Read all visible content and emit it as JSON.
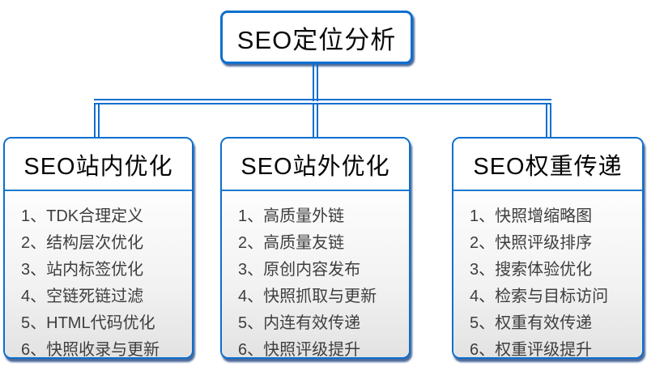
{
  "root": {
    "title": "SEO定位分析"
  },
  "columns": [
    {
      "title": "SEO站内优化",
      "items": [
        "1、TDK合理定义",
        "2、结构层次优化",
        "3、站内标签优化",
        "4、空链死链过滤",
        "5、HTML代码优化",
        "6、快照收录与更新"
      ]
    },
    {
      "title": "SEO站外优化",
      "items": [
        "1、高质量外链",
        "2、高质量友链",
        "3、原创内容发布",
        "4、快照抓取与更新",
        "5、内连有效传递",
        "6、快照评级提升"
      ]
    },
    {
      "title": "SEO权重传递",
      "items": [
        "1、快照增缩略图",
        "2、快照评级排序",
        "3、搜索体验优化",
        "4、检索与目标访问",
        "5、权重有效传递",
        "6、权重评级提升"
      ]
    }
  ],
  "colors": {
    "line_blue": "#0c6fce",
    "divider_blue": "#1d79cf",
    "node_shadow": "#113878",
    "header_text": "#050505",
    "item_text": "#3e3e3e",
    "body_gradient_bottom": "#e1e1e1",
    "background": "#ffffff"
  }
}
